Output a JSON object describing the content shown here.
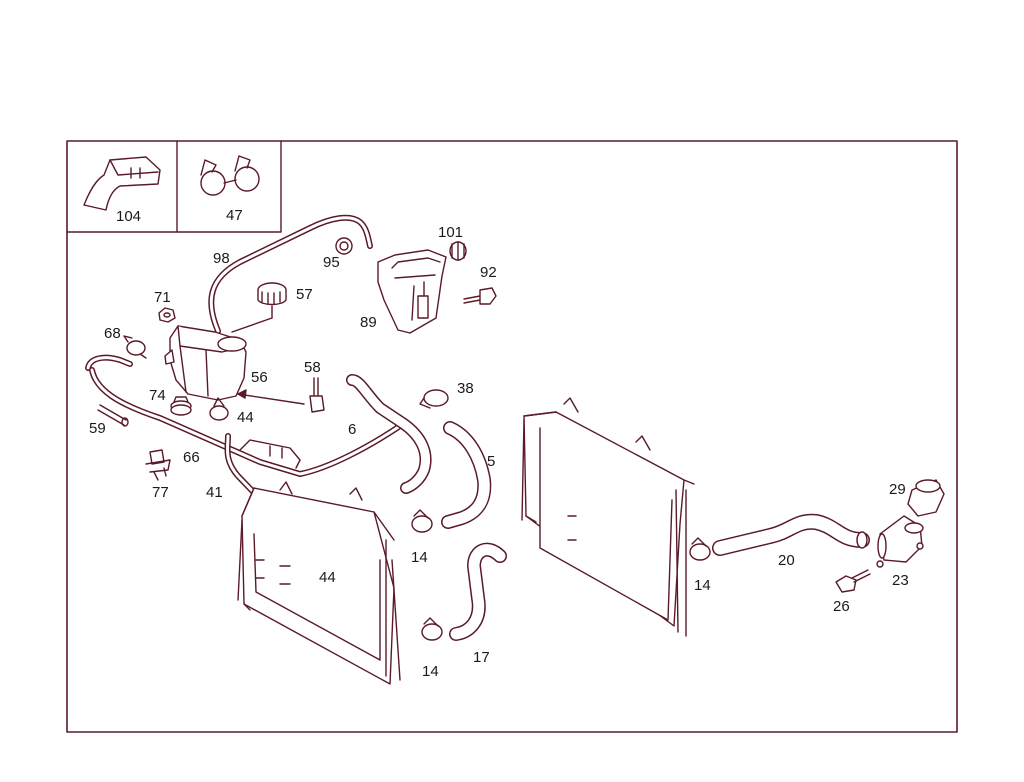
{
  "colors": {
    "line": "#5a1a28",
    "fill": "#ffffff",
    "background": "#ffffff"
  },
  "inset_labels": {
    "p104": "104",
    "p47": "47"
  },
  "labels": {
    "p98": "98",
    "p95": "95",
    "p101": "101",
    "p92": "92",
    "p89": "89",
    "p71": "71",
    "p57": "57",
    "p68": "68",
    "p58": "58",
    "p56": "56",
    "p74": "74",
    "p44a": "44",
    "p38": "38",
    "p59": "59",
    "p6": "6",
    "p5": "5",
    "p66": "66",
    "p77": "77",
    "p41": "41",
    "p29": "29",
    "p14a": "14",
    "p20": "20",
    "p44b": "44",
    "p14b": "14",
    "p23": "23",
    "p26": "26",
    "p14c": "14",
    "p17": "17"
  }
}
